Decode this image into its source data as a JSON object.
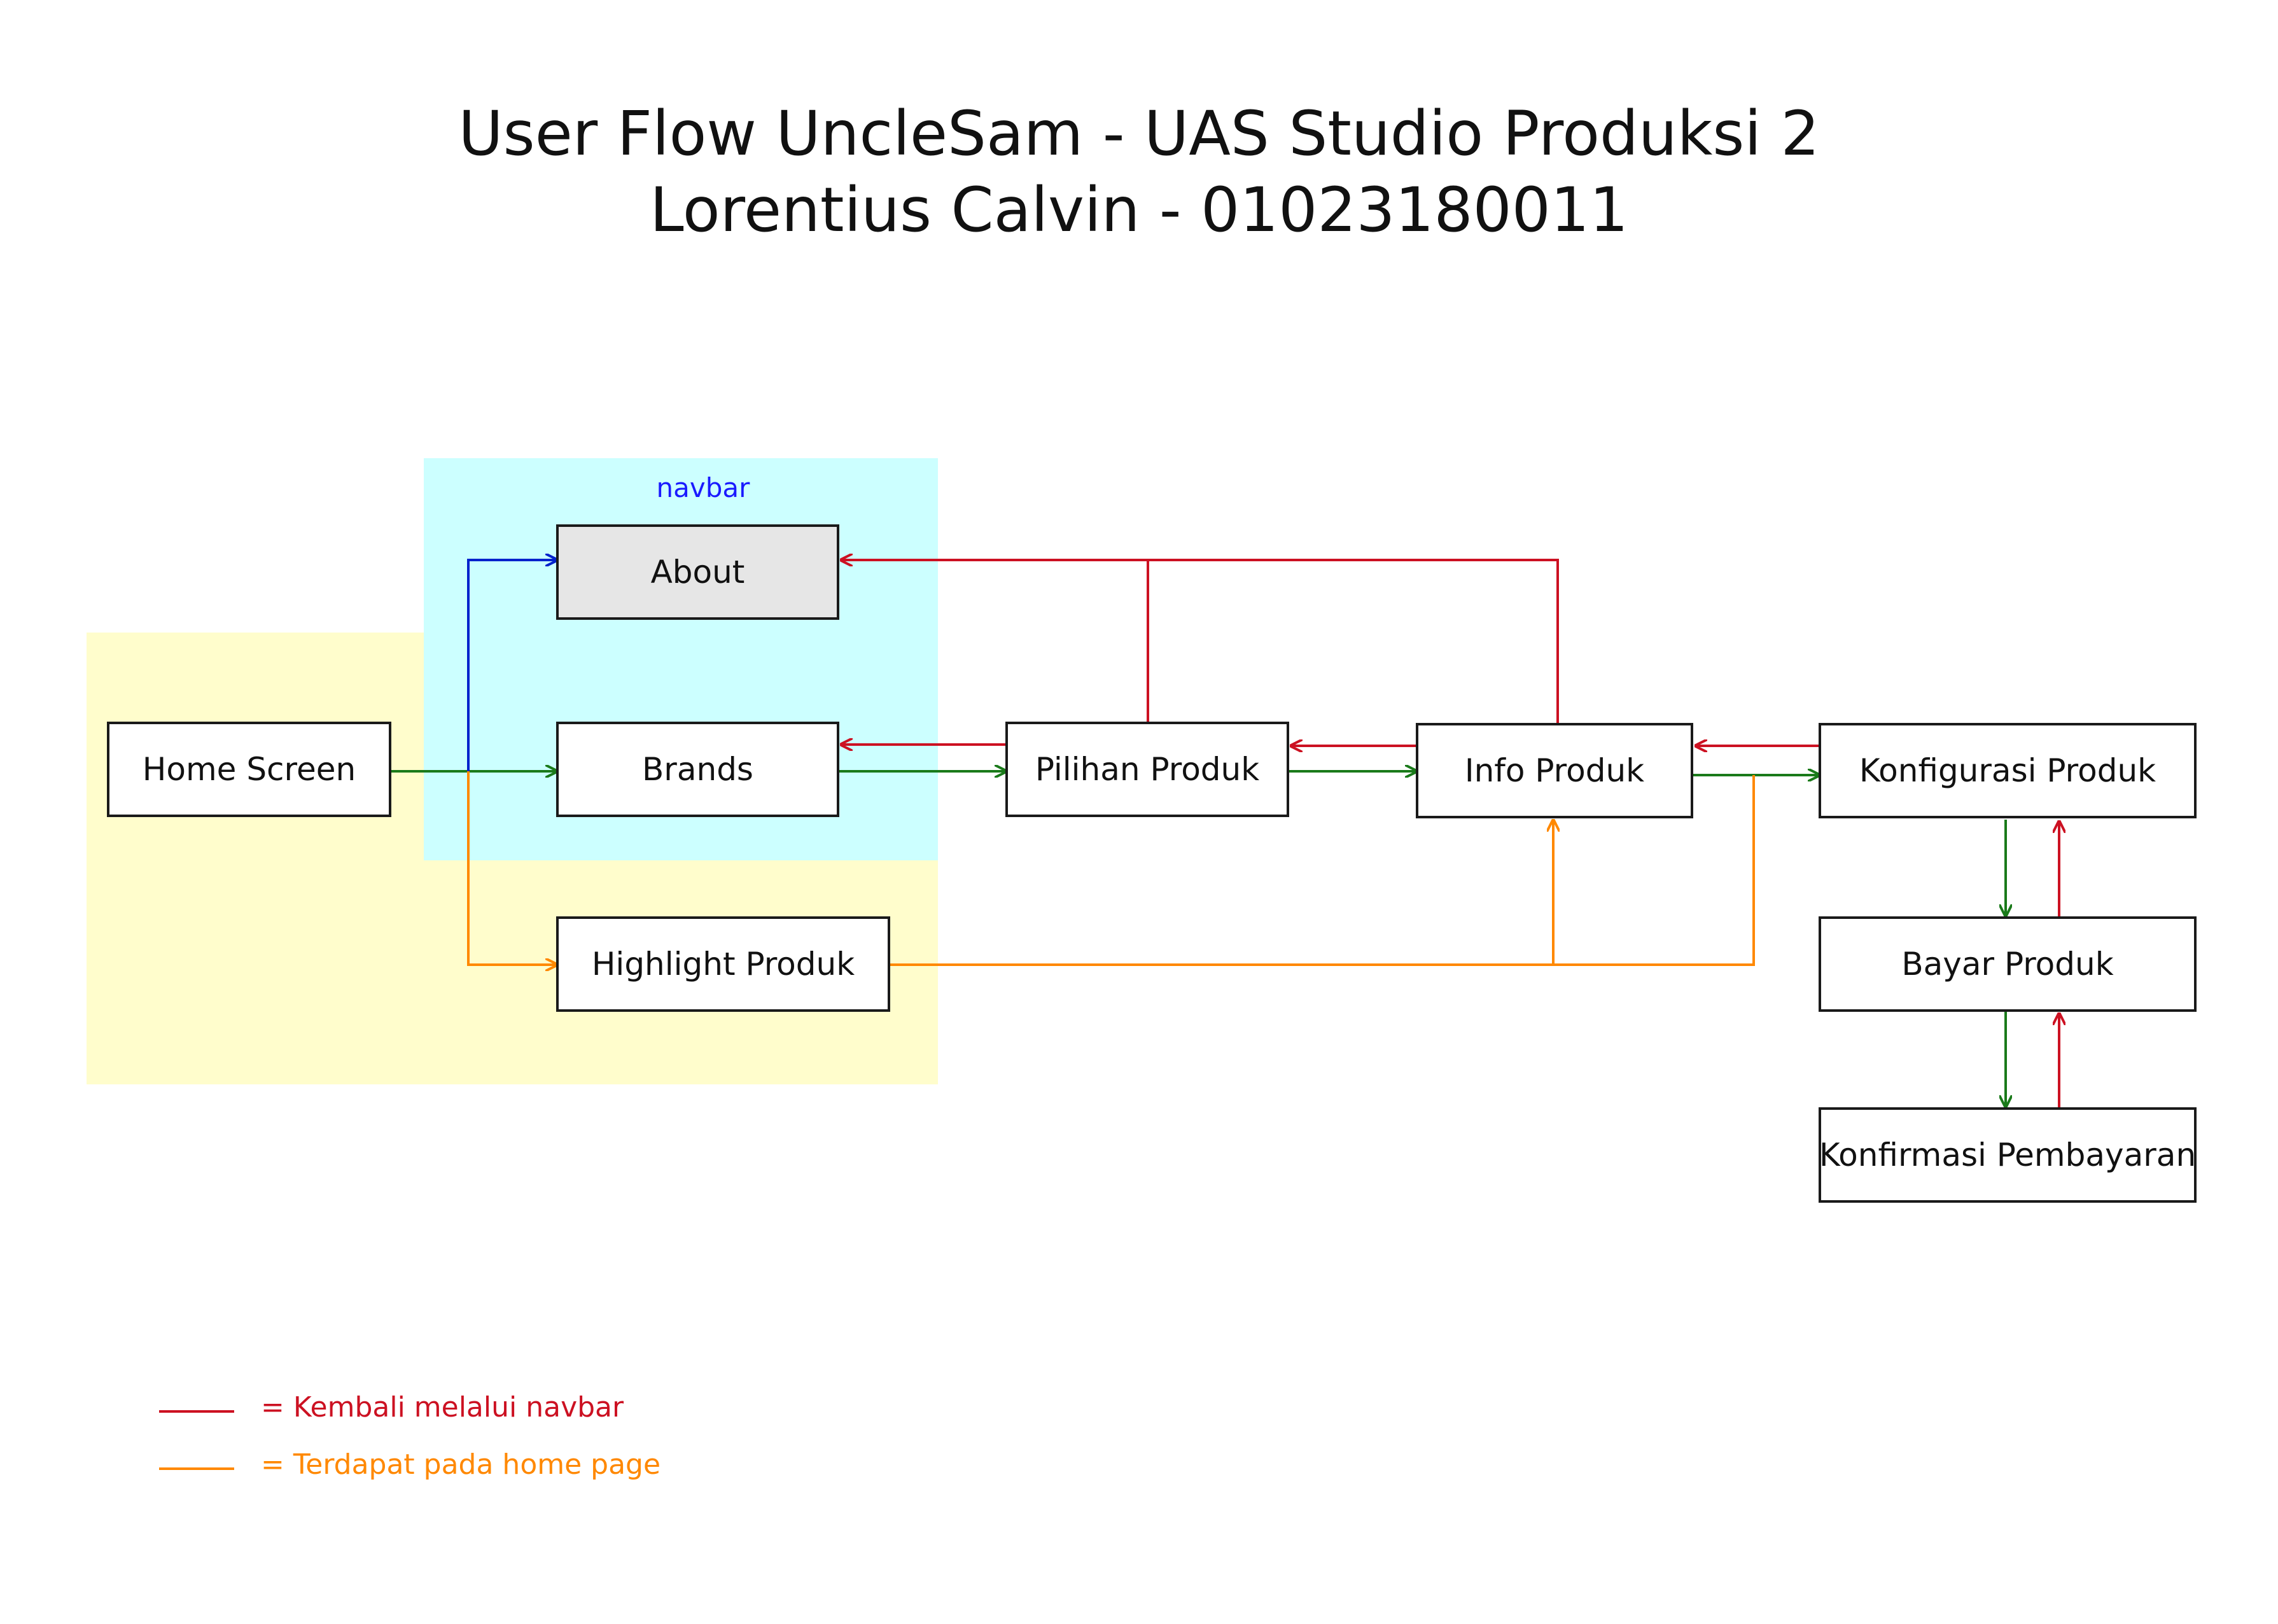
{
  "title": {
    "line1": "User Flow UncleSam -  UAS Studio Produksi 2",
    "line2": "Lorentius Calvin - 01023180011"
  },
  "regions": {
    "homepage": {
      "color": "#fffdcc"
    },
    "navbar": {
      "label": "navbar",
      "color": "#ccffff"
    }
  },
  "nodes": {
    "home_screen": "Home Screen",
    "about": "About",
    "brands": "Brands",
    "highlight_produk": "Highlight Produk",
    "pilihan_produk": "Pilihan Produk",
    "info_produk": "Info Produk",
    "konfigurasi_produk": "Konfigurasi Produk",
    "bayar_produk": "Bayar Produk",
    "konfirmasi_pembayaran": "Konfirmasi Pembayaran"
  },
  "edges": [
    {
      "from": "Home Screen",
      "to": "About",
      "color": "blue"
    },
    {
      "from": "Home Screen",
      "to": "Brands",
      "color": "green"
    },
    {
      "from": "Home Screen",
      "to": "Highlight Produk",
      "color": "orange"
    },
    {
      "from": "Brands",
      "to": "Pilihan Produk",
      "color": "green"
    },
    {
      "from": "Pilihan Produk",
      "to": "Brands",
      "color": "red"
    },
    {
      "from": "Pilihan Produk",
      "to": "Info Produk",
      "color": "green"
    },
    {
      "from": "Info Produk",
      "to": "Pilihan Produk",
      "color": "red"
    },
    {
      "from": "Info Produk",
      "to": "Konfigurasi Produk",
      "color": "green"
    },
    {
      "from": "Konfigurasi Produk",
      "to": "Info Produk",
      "color": "red"
    },
    {
      "from": "Pilihan Produk",
      "to": "About",
      "color": "red"
    },
    {
      "from": "Info Produk",
      "to": "About",
      "color": "red"
    },
    {
      "from": "Highlight Produk",
      "to": "Info Produk",
      "color": "orange"
    },
    {
      "from": "Highlight Produk",
      "to": "Konfigurasi Produk",
      "color": "orange"
    },
    {
      "from": "Konfigurasi Produk",
      "to": "Bayar Produk",
      "color": "green"
    },
    {
      "from": "Bayar Produk",
      "to": "Konfigurasi Produk",
      "color": "red"
    },
    {
      "from": "Bayar Produk",
      "to": "Konfirmasi Pembayaran",
      "color": "green"
    },
    {
      "from": "Konfirmasi Pembayaran",
      "to": "Bayar Produk",
      "color": "red"
    }
  ],
  "colors": {
    "red": "#cc1122",
    "green": "#1a7a1a",
    "orange": "#ff8800",
    "blue": "#0022cc",
    "about_fill": "#e6e6e6"
  },
  "legend": {
    "red_text": "= Kembali melalui navbar",
    "orange_text": "= Terdapat pada home page"
  }
}
